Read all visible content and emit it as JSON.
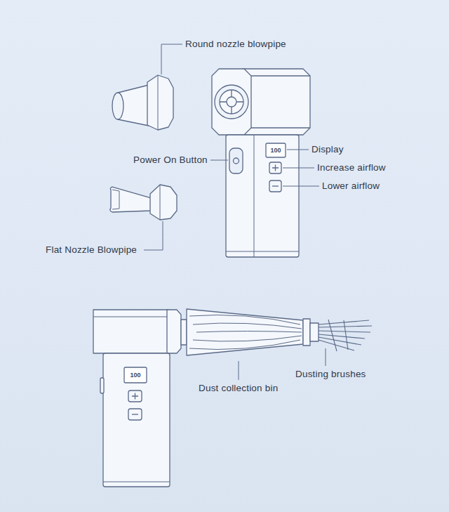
{
  "diagram": {
    "labels": [
      "Round nozzle blowpipe",
      "Power On Button",
      "Display",
      "Increase airflow",
      "Lower airflow",
      "Flat Nozzle Blowpipe",
      "Dusting brushes",
      "Dust collection bin",
      "100",
      "100"
    ]
  }
}
